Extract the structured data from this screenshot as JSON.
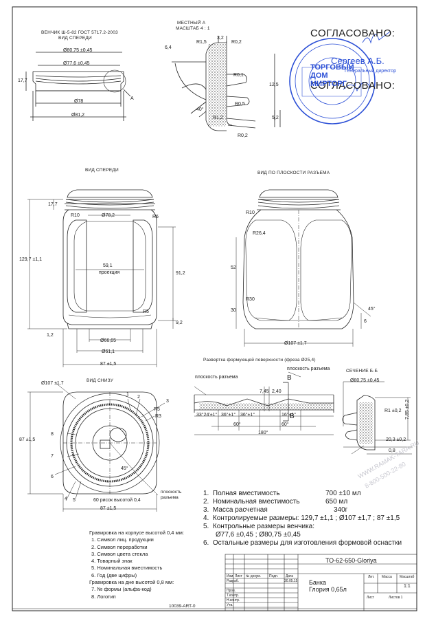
{
  "headers": {
    "finish_line1": "ВЕНЧИК Ш-5-82 ГОСТ 5717.2-2003",
    "finish_line2": "ВИД СПЕРЕДИ",
    "detail_a_line1": "МЕСТНЫЙ А",
    "detail_a_line2": "МАСШТАБ 4 : 1",
    "front_view": "ВИД СПЕРЕДИ",
    "parting_view": "ВИД ПО ПЛОСКОСТИ РАЗЪЕМА",
    "bottom_view": "ВИД СНИЗУ",
    "development": "Развертка формующей поверхности (фреза Ø25,4)",
    "section_bb": "СЕЧЕНИЕ Б-Б"
  },
  "approval": {
    "line1": "СОГЛАСОВАНО:",
    "name": "Сергеев А.Б.",
    "position": "Генеральный директор",
    "line2": "СОГЛАСОВАНО:",
    "stamp_company": "ТОРГОВЫЙ ДОМ МИРТОРГ"
  },
  "dims": {
    "finish": [
      "Ø80,75 ±0,45",
      "Ø77,6 ±0,45",
      "Ø78",
      "Ø81,2",
      "17,7"
    ],
    "detail_a": [
      "3,2",
      "R1,5",
      "R0,2",
      "R0,1",
      "R0,5",
      "R1,2",
      "R0,2",
      "6,4",
      "12,5",
      "40°",
      "5,2"
    ],
    "front": [
      "Ø78,2",
      "R10",
      "R6",
      "59,1",
      "проекция",
      "91,2",
      "129,7 ±1,1",
      "17,7",
      "9,2",
      "R5",
      "Ø66,65",
      "Ø61,1",
      "87 ±1,5",
      "1,2"
    ],
    "parting": [
      "R10",
      "R26,4",
      "52",
      "30",
      "R30",
      "Ø107 ±1,7",
      "45°",
      "6"
    ],
    "bottom": [
      "Ø107 ±1,7",
      "1",
      "2",
      "3",
      "4",
      "5",
      "6",
      "7",
      "8",
      "R5",
      "R3",
      "87 ±1,5",
      "87 ±1,5",
      "45°",
      "60 рисок высотой 0,4",
      "плоскость разъема"
    ],
    "development": [
      "плоскость разъема",
      "плоскость разъема",
      "В",
      "В",
      "7,45",
      "2,40",
      "33°24'±1°",
      "36°±1°",
      "36°±1°",
      "16°±1°",
      "60°",
      "60°",
      "180°"
    ],
    "section": [
      "Ø80,75 ±0,45",
      "R1 ±0,2",
      "7,85 ±0,2",
      "20,3 ±0,2",
      "0,8"
    ]
  },
  "notes": [
    {
      "num": "1.",
      "label": "Полная вместимость",
      "value": "700 ±10 мл"
    },
    {
      "num": "2.",
      "label": "Номинальная вместимость",
      "value": "650 мл"
    },
    {
      "num": "3.",
      "label": "Масса расчетная",
      "value": "340г"
    },
    {
      "num": "4.",
      "label": "Контролируемые размеры:",
      "value": "129,7 ±1,1 ;  Ø107 ±1,7 ;  87 ±1,5"
    },
    {
      "num": "5.",
      "label": "Контрольные размеры венчика:",
      "value": ""
    },
    {
      "num": "",
      "label": "Ø77,6 ±0,45 ;  Ø80,75 ±0,45",
      "value": ""
    },
    {
      "num": "6.",
      "label": "Остальные размеры для изготовления формовой оснастки",
      "value": ""
    }
  ],
  "engraving": {
    "title_body": "Гравировка на корпусе высотой 0,4 мм:",
    "body_items": [
      "1.  Символ лиц. продукции",
      "2.  Символ переработки",
      "3.  Символ цвета стекла",
      "4.  Товарный знак",
      "5.  Номинальная вместимость",
      "6.  Год (две цифры)"
    ],
    "title_bottom": "Гравировка на дне высотой 0,8 мм:",
    "bottom_items": [
      "7.  № формы (альфа-код)",
      "8.  Логотип"
    ]
  },
  "title_block": {
    "doc_code": "ТО-62-650-Gloriya",
    "name_line1": "Банка",
    "name_line2": "Глория 0,65л",
    "scale": "1:1",
    "col_labels": [
      "Лит.",
      "Масса",
      "Масштаб"
    ],
    "row_labels": [
      "Изм. Лист",
      "Разраб.",
      "Пров.",
      "Т.контр.",
      "Н.контр.",
      "Утв."
    ],
    "col_heads": [
      "№ докум.",
      "Подп.",
      "Дата"
    ],
    "date": "30.05.15",
    "sheet_label": "Лист",
    "sheets_label": "Листов 1",
    "footer_code": "10039-АRT-0"
  },
  "watermark": [
    "WWW.RAMAK-TARA.RU",
    "8-800-500-22-80"
  ]
}
